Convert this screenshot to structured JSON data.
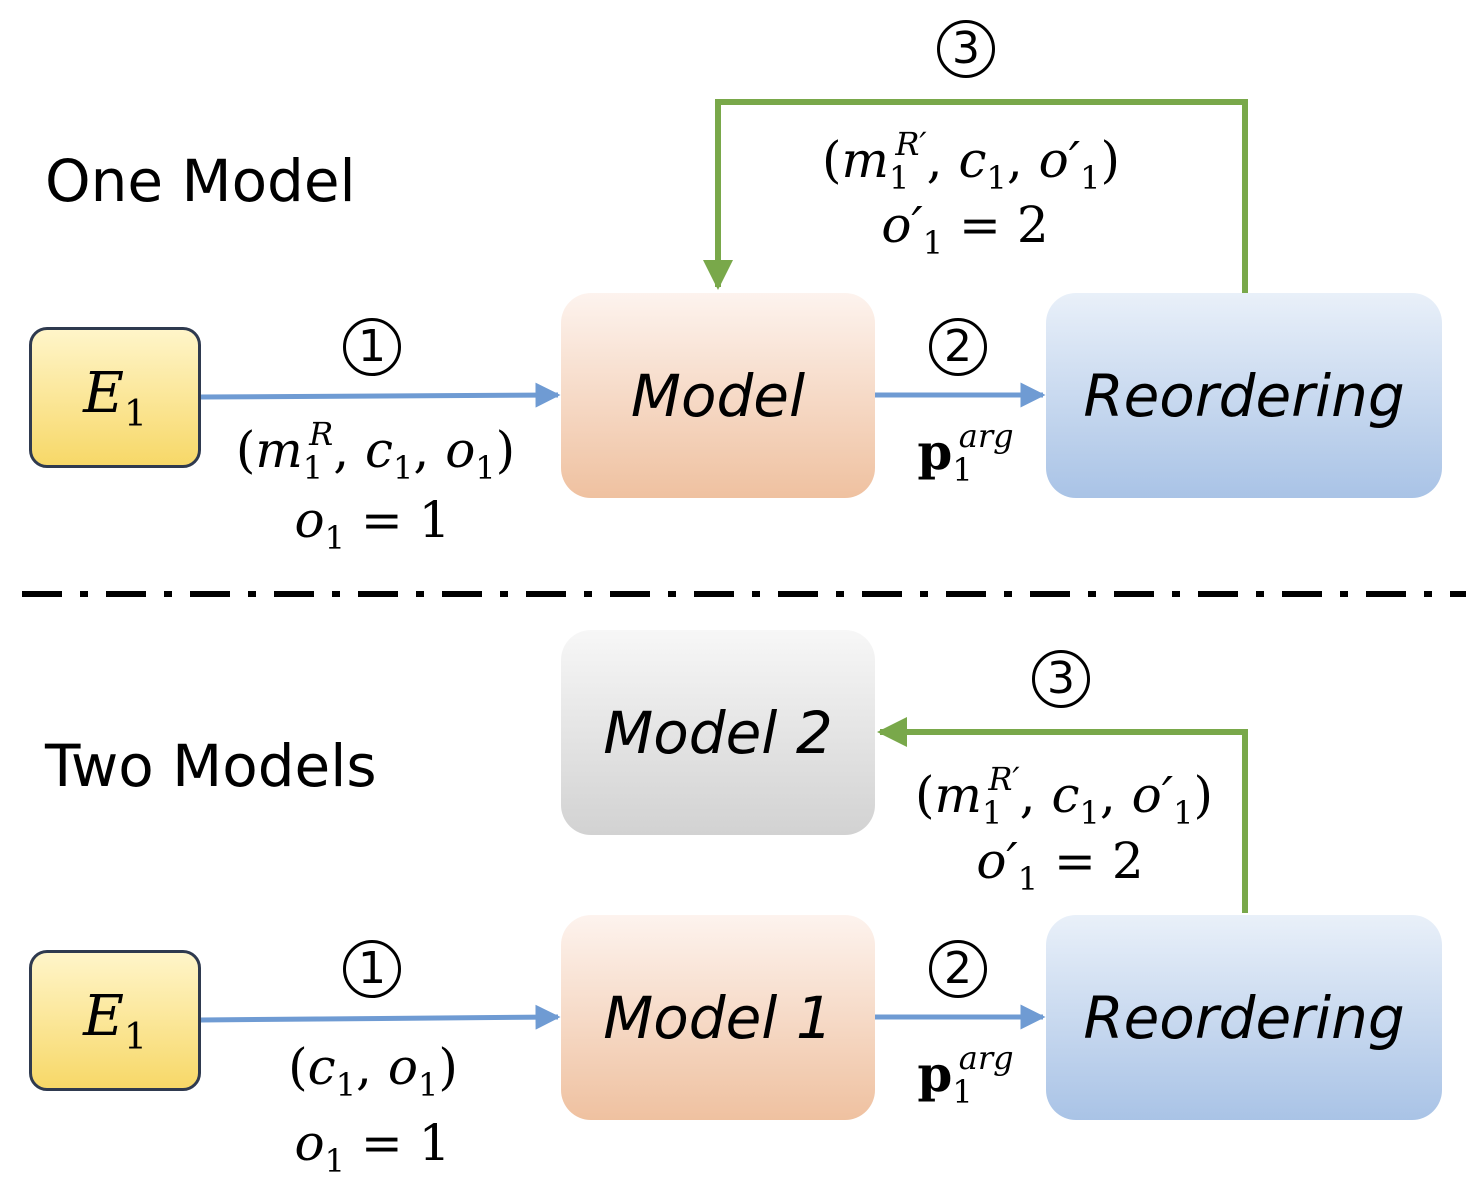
{
  "sections": {
    "one_model": {
      "title": "One Model",
      "entity": {
        "symbol": "E",
        "sub": "1"
      },
      "model": "Model",
      "reorder": "Reordering",
      "step1": "1",
      "step2": "2",
      "step3": "3",
      "input": {
        "m": "m",
        "m_sup": "R",
        "m_sub": "1",
        "c": "c",
        "c_sub": "1",
        "o": "o",
        "o_sub": "1",
        "o_val": "1"
      },
      "p": {
        "symbol": "p",
        "sup": "arg",
        "sub": "1"
      },
      "feedback": {
        "m": "m",
        "m_sup": "R′",
        "m_sub": "1",
        "c": "c",
        "c_sub": "1",
        "o": "o′",
        "o_sub": "1",
        "o_val": "2"
      }
    },
    "two_models": {
      "title": "Two Models",
      "entity": {
        "symbol": "E",
        "sub": "1"
      },
      "model1": "Model 1",
      "model2": "Model 2",
      "reorder": "Reordering",
      "step1": "1",
      "step2": "2",
      "step3": "3",
      "input": {
        "c": "c",
        "c_sub": "1",
        "o": "o",
        "o_sub": "1",
        "o_val": "1"
      },
      "p": {
        "symbol": "p",
        "sup": "arg",
        "sub": "1"
      },
      "feedback": {
        "m": "m",
        "m_sup": "R′",
        "m_sub": "1",
        "c": "c",
        "c_sub": "1",
        "o": "o′",
        "o_sub": "1",
        "o_val": "2"
      }
    }
  },
  "colors": {
    "blue_arrow": "#6f9bd3",
    "green_arrow": "#79a84a",
    "divider": "#000000"
  }
}
